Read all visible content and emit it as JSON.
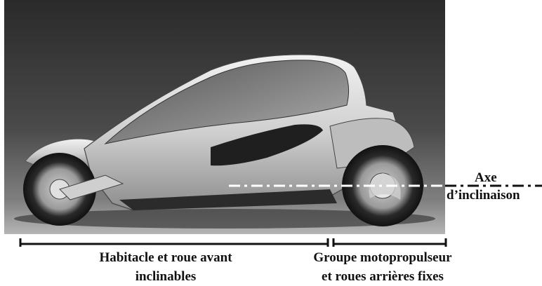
{
  "figure": {
    "axis_label_line1": "Axe",
    "axis_label_line2": "d’inclinaison",
    "left_caption_line1": "Habitacle et roue avant",
    "left_caption_line2": "inclinables",
    "right_caption_line1": "Groupe motopropulseur",
    "right_caption_line2": "et roues arrières fixes"
  }
}
